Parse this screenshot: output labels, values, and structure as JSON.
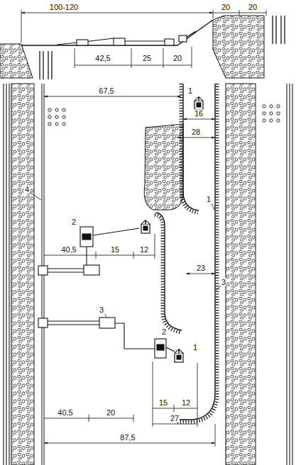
{
  "diagram": {
    "labels": [
      "100-120",
      "20",
      "20",
      "42,5",
      "25",
      "20",
      "67,5",
      "1",
      "16",
      "28",
      "1",
      "4",
      "2",
      "40,5",
      "15",
      "12",
      "23",
      "3",
      "3",
      "2",
      "1",
      "40,5",
      "20",
      "15",
      "12",
      "27",
      "87,5"
    ]
  }
}
